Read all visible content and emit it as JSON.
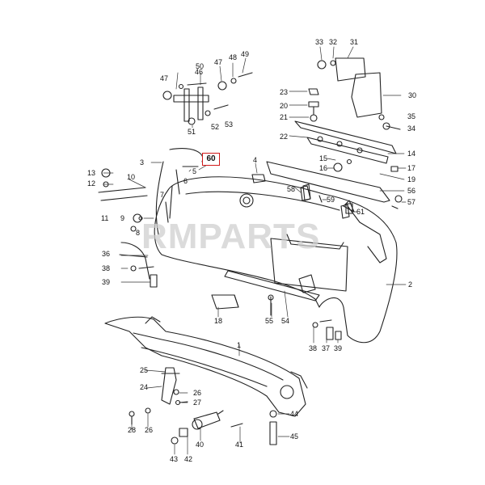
{
  "diagram": {
    "highlight_label": "60",
    "watermark": "RMPARTS",
    "labels": [
      "1",
      "2",
      "3",
      "4",
      "5",
      "6",
      "7",
      "8",
      "9",
      "10",
      "11",
      "12",
      "13",
      "14",
      "15",
      "16",
      "17",
      "18",
      "19",
      "20",
      "21",
      "22",
      "23",
      "24",
      "25",
      "26",
      "26",
      "27",
      "28",
      "30",
      "31",
      "32",
      "33",
      "34",
      "35",
      "36",
      "37",
      "38",
      "38",
      "39",
      "39",
      "40",
      "41",
      "42",
      "43",
      "44",
      "45",
      "46",
      "47",
      "47",
      "48",
      "49",
      "50",
      "51",
      "52",
      "53",
      "54",
      "55",
      "56",
      "57",
      "58",
      "59",
      "61"
    ]
  },
  "colors": {
    "highlight": "#d11a1a",
    "line": "#222222",
    "watermark": "#cfcfcf"
  }
}
